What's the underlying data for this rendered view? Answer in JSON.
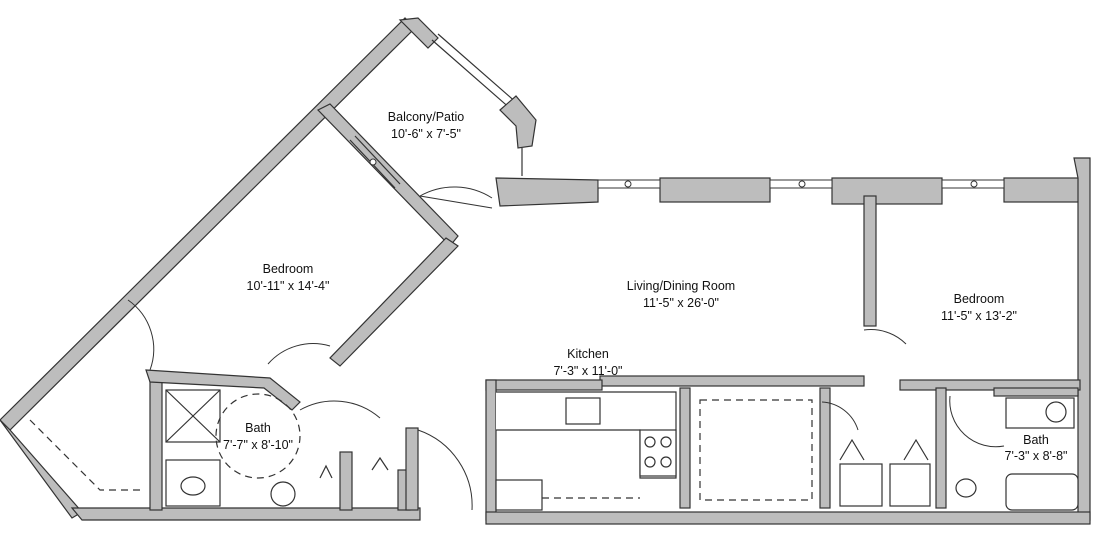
{
  "rooms": {
    "balcony": {
      "name": "Balcony/Patio",
      "dims": "10'-6\" x 7'-5\""
    },
    "bedroom1": {
      "name": "Bedroom",
      "dims": "10'-11\" x 14'-4\""
    },
    "living": {
      "name": "Living/Dining Room",
      "dims": "11'-5\" x 26'-0\""
    },
    "bedroom2": {
      "name": "Bedroom",
      "dims": "11'-5\" x 13'-2\""
    },
    "kitchen": {
      "name": "Kitchen",
      "dims": "7'-3\" x 11'-0\""
    },
    "bath1": {
      "name": "Bath",
      "dims": "7'-7\" x 8'-10\""
    },
    "bath2": {
      "name": "Bath",
      "dims": "7'-3\" x 8'-8\""
    }
  },
  "colors": {
    "wall_fill": "#bdbdbd",
    "line": "#333333",
    "background": "#ffffff"
  }
}
